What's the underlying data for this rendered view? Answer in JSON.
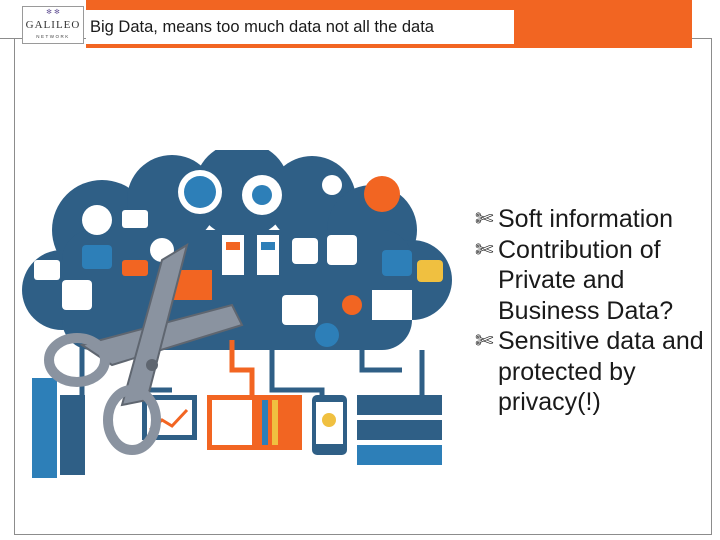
{
  "header": {
    "title": "Big Data,  means too much data not all the data",
    "accent_color": "#f26522"
  },
  "logo": {
    "name": "GALILEO",
    "subtitle": "NETWORK",
    "icon": "logo-star-icon"
  },
  "bullets": [
    {
      "text": "Soft information",
      "icon": "scissors-icon"
    },
    {
      "text": "Contribution of Private and Business Data?",
      "icon": "scissors-icon"
    },
    {
      "text": "Sensitive data and protected by privacy(!)",
      "icon": "scissors-icon"
    }
  ],
  "illustration": {
    "description_icons": [
      "cloud-icon",
      "scissors-icon",
      "server-icon",
      "laptop-icon",
      "phone-icon",
      "globe-icon",
      "gear-icon",
      "cart-icon",
      "chart-icon"
    ]
  }
}
